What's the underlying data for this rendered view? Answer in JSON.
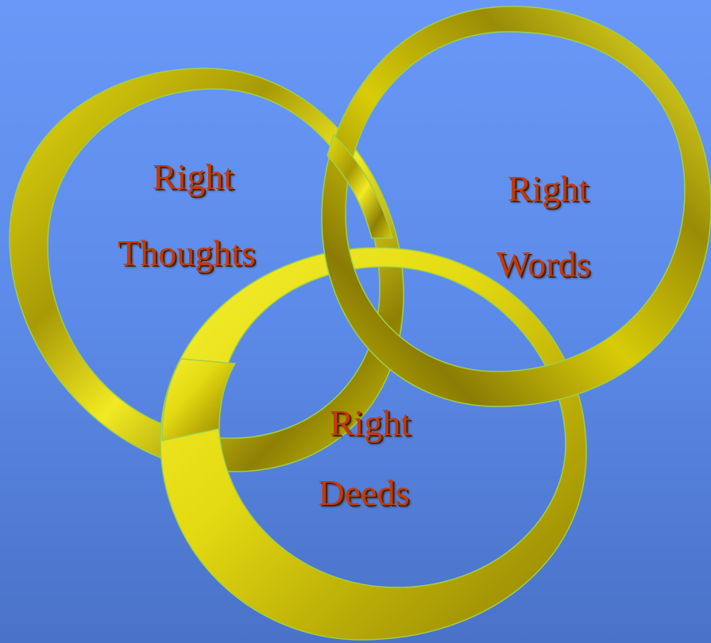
{
  "colors": {
    "background_top": "#6a98f8",
    "background_bottom": "#4a72c8",
    "ring_light": "#f4ee2a",
    "ring_mid": "#d8cc08",
    "ring_dark": "#8a7c04",
    "ring_edge": "#9ed04a",
    "text": "#c43a08"
  },
  "rings": [
    {
      "id": "thoughts",
      "line1": "Right",
      "line2": "Thoughts"
    },
    {
      "id": "words",
      "line1": "Right",
      "line2": "Words"
    },
    {
      "id": "deeds",
      "line1": "Right",
      "line2": "Deeds"
    }
  ]
}
